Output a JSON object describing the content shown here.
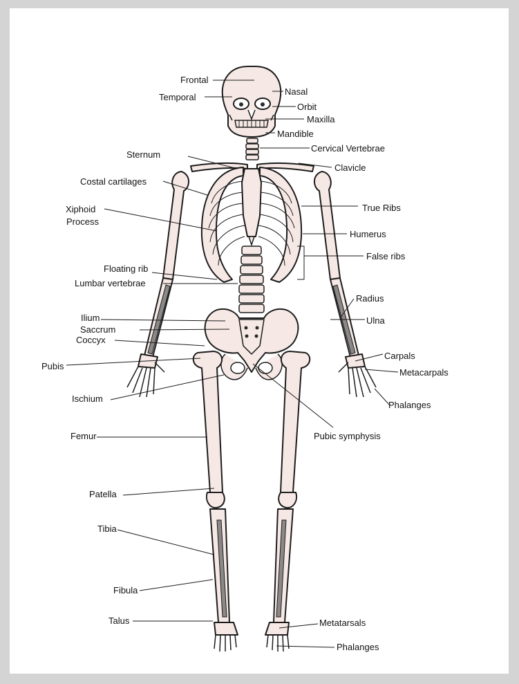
{
  "labels": [
    {
      "id": "frontal",
      "text": "Frontal"
    },
    {
      "id": "temporal",
      "text": "Temporal"
    },
    {
      "id": "nasal",
      "text": "Nasal"
    },
    {
      "id": "orbit",
      "text": "Orbit"
    },
    {
      "id": "maxilla",
      "text": "Maxilla"
    },
    {
      "id": "mandible",
      "text": "Mandible"
    },
    {
      "id": "cervical-vertebrae",
      "text": "Cervical Vertebrae"
    },
    {
      "id": "sternum",
      "text": "Sternum"
    },
    {
      "id": "clavicle",
      "text": "Clavicle"
    },
    {
      "id": "costal-cartilages",
      "text": "Costal cartilages"
    },
    {
      "id": "true-ribs",
      "text": "True Ribs"
    },
    {
      "id": "xiphoid-process-1",
      "text": "Xiphoid"
    },
    {
      "id": "xiphoid-process-2",
      "text": "Process"
    },
    {
      "id": "humerus",
      "text": "Humerus"
    },
    {
      "id": "false-ribs",
      "text": "False ribs"
    },
    {
      "id": "floating-rib",
      "text": "Floating rib"
    },
    {
      "id": "lumbar-vertebrae",
      "text": "Lumbar vertebrae"
    },
    {
      "id": "radius",
      "text": "Radius"
    },
    {
      "id": "ilium",
      "text": "Ilium"
    },
    {
      "id": "ulna",
      "text": "Ulna"
    },
    {
      "id": "saccrum",
      "text": "Saccrum"
    },
    {
      "id": "coccyx",
      "text": "Coccyx"
    },
    {
      "id": "carpals",
      "text": "Carpals"
    },
    {
      "id": "pubis",
      "text": "Pubis"
    },
    {
      "id": "metacarpals",
      "text": "Metacarpals"
    },
    {
      "id": "ischium",
      "text": "Ischium"
    },
    {
      "id": "phalanges-hand",
      "text": "Phalanges"
    },
    {
      "id": "femur",
      "text": "Femur"
    },
    {
      "id": "pubic-symphysis",
      "text": "Pubic symphysis"
    },
    {
      "id": "patella",
      "text": "Patella"
    },
    {
      "id": "tibia",
      "text": "Tibia"
    },
    {
      "id": "fibula",
      "text": "Fibula"
    },
    {
      "id": "talus",
      "text": "Talus"
    },
    {
      "id": "metatarsals",
      "text": "Metatarsals"
    },
    {
      "id": "phalanges-foot",
      "text": "Phalanges"
    }
  ]
}
